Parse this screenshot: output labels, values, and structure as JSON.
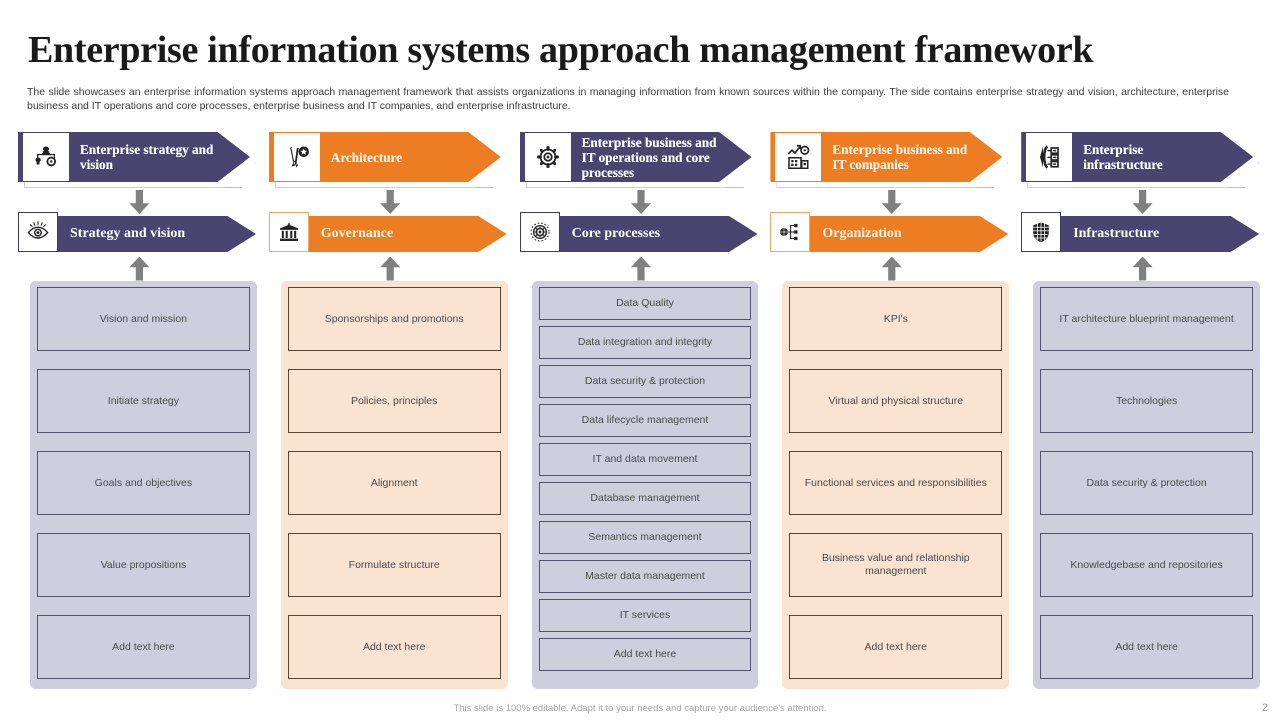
{
  "slide": {
    "title": "Enterprise information systems approach management framework",
    "subtitle": "The slide showcases an enterprise information systems approach  management framework that assists organizations in managing information from known sources within the company. The side contains enterprise strategy and vision, architecture, enterprise business and IT operations and core processes, enterprise business and IT companies, and enterprise infrastructure.",
    "footer_note": "This slide is 100% editable. Adapt it to your needs and capture your audience's attention.",
    "page_number": "2"
  },
  "colors": {
    "purple": "#4a4470",
    "orange": "#ed7d22",
    "panel_purple": "#cfcede",
    "panel_orange": "#fbe3d1",
    "arrow_gray": "#808080"
  },
  "columns": [
    {
      "theme": "purple",
      "banner_label": "Enterprise strategy and vision",
      "banner_icon": "chess-strategy-icon",
      "sub_label": "Strategy and vision",
      "sub_icon": "eye-icon",
      "layout": "tall5",
      "items": [
        "Vision and mission",
        "Initiate strategy",
        "Goals and objectives",
        "Value propositions",
        "Add text here"
      ]
    },
    {
      "theme": "orange",
      "banner_label": "Architecture",
      "banner_icon": "drafting-tools-icon",
      "sub_label": "Governance",
      "sub_icon": "bank-building-icon",
      "layout": "tall5",
      "items": [
        "Sponsorships and promotions",
        "Policies, principles",
        "Alignment",
        "Formulate structure",
        "Add text here"
      ]
    },
    {
      "theme": "purple",
      "banner_label": "Enterprise business and IT operations and core processes",
      "banner_icon": "gear-network-icon",
      "sub_label": "Core processes",
      "sub_icon": "gear-circle-icon",
      "layout": "dense",
      "items": [
        "Data Quality",
        "Data integration and integrity",
        "Data security & protection",
        "Data lifecycle management",
        "IT and data movement",
        "Database management",
        "Semantics management",
        "Master data management",
        "IT services",
        "Add text here"
      ]
    },
    {
      "theme": "orange",
      "banner_label": "Enterprise business and IT companies",
      "banner_icon": "business-chart-building-icon",
      "sub_label": "Organization",
      "sub_icon": "org-chart-icon",
      "layout": "tall5",
      "items": [
        "KPI's",
        "Virtual and physical structure",
        "Functional services and responsibilities",
        "Business value and relationship management",
        "Add text here"
      ]
    },
    {
      "theme": "purple",
      "banner_label": "Enterprise infrastructure",
      "banner_icon": "server-rack-icon",
      "sub_label": "Infrastructure",
      "sub_icon": "data-center-icon",
      "layout": "tall5",
      "items": [
        "IT architecture blueprint management",
        "Technologies",
        "Data security & protection",
        "Knowledgebase and repositories",
        "Add text here"
      ]
    }
  ]
}
